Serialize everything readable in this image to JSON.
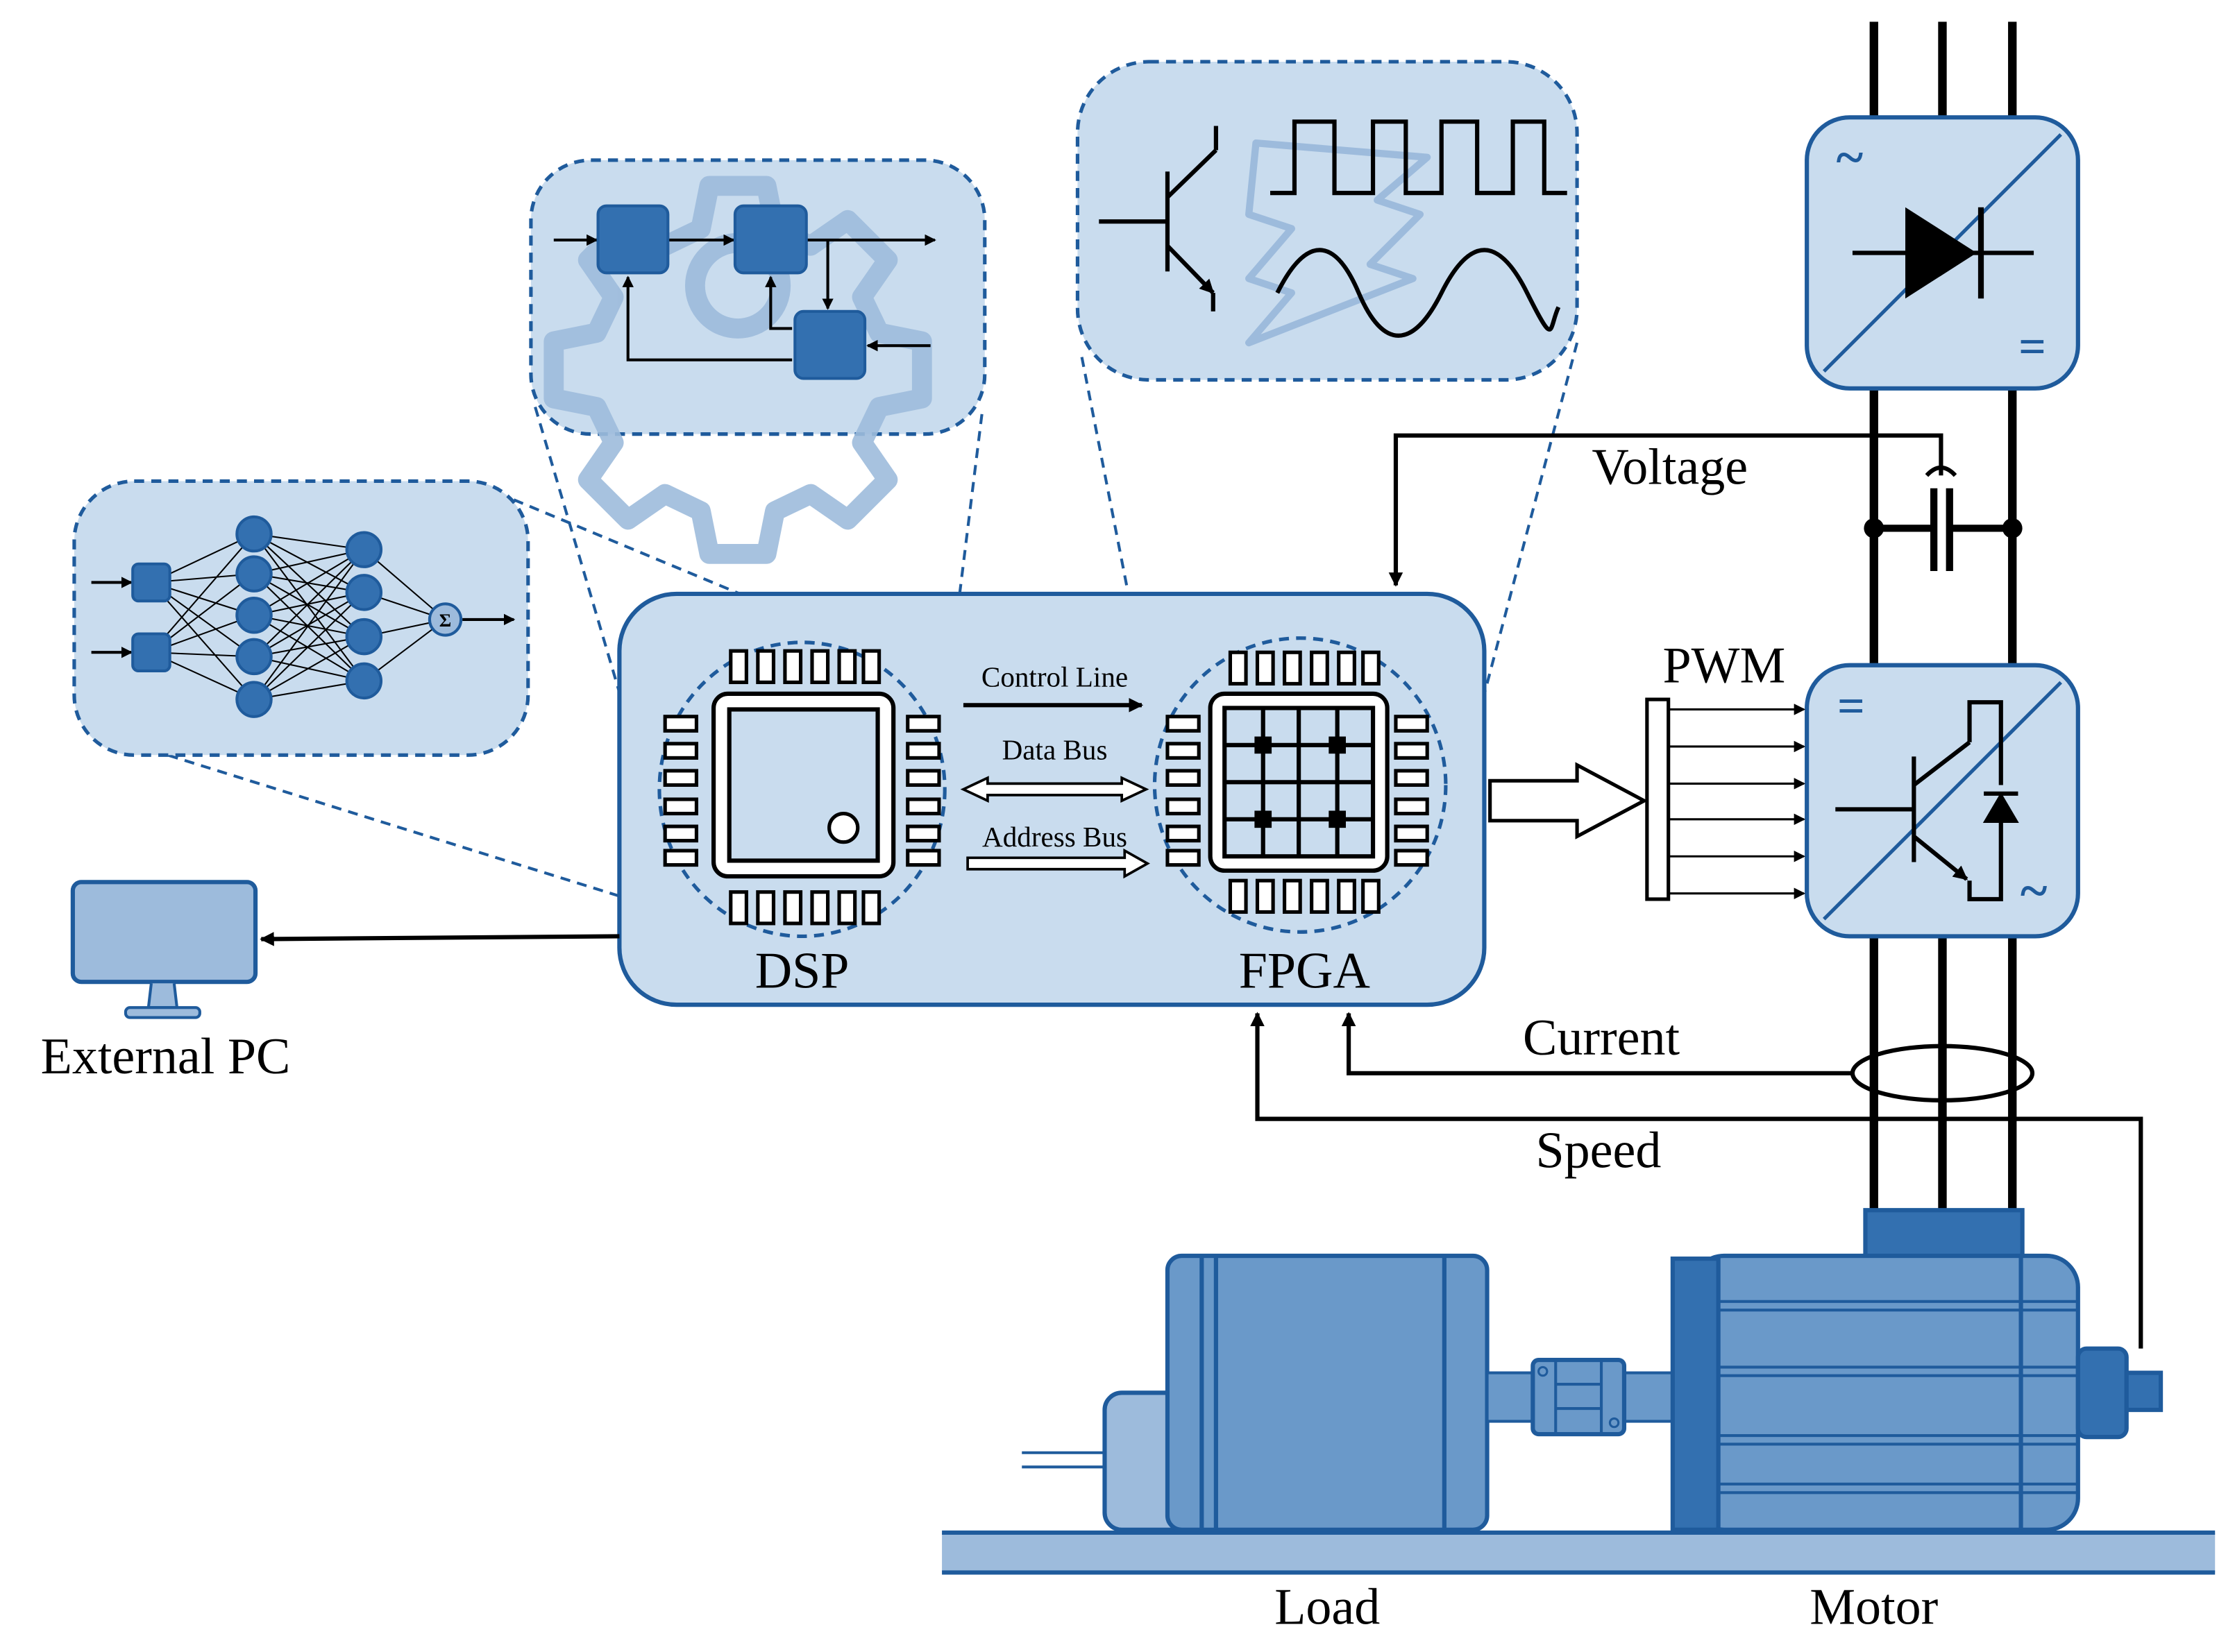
{
  "labels": {
    "voltage": "Voltage",
    "pwm": "PWM",
    "current": "Current",
    "speed": "Speed",
    "control_line": "Control Line",
    "data_bus": "Data Bus",
    "address_bus": "Address Bus",
    "dsp": "DSP",
    "fpga": "FPGA",
    "external_pc": "External PC",
    "load": "Load",
    "motor": "Motor",
    "converter_ac_symbol": "~",
    "converter_dc_symbol": "="
  },
  "colors": {
    "fill_light": "#c9dcee",
    "fill_mid": "#9dbbdc",
    "fill_motor": "#6a99c9",
    "fill_dark": "#3370b0",
    "stroke_blue": "#1f5b9c",
    "line": "#000000"
  },
  "icons": [
    "neural-network-icon",
    "control-loop-gear-icon",
    "transistor-waveform-icon",
    "diode-icon",
    "igbt-icon",
    "capacitor-icon",
    "monitor-icon",
    "current-sensor-icon"
  ]
}
